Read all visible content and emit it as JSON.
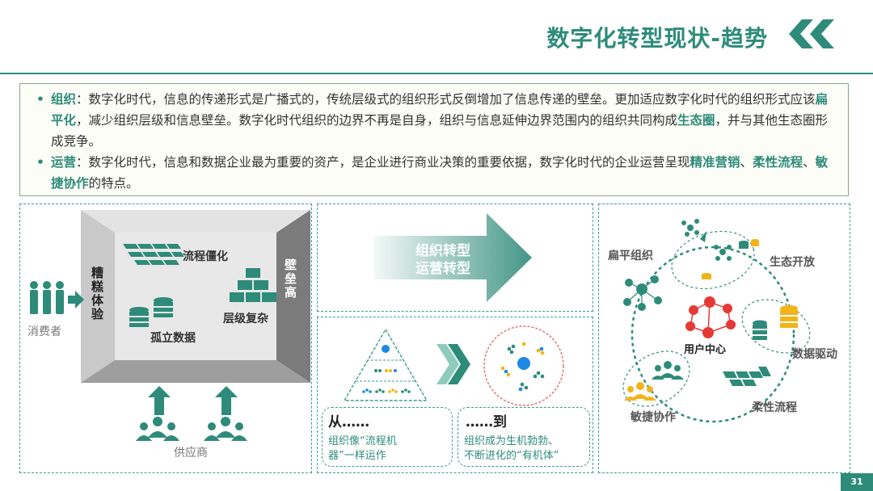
{
  "header": {
    "title": "数字化转型现状-趋势"
  },
  "intro": {
    "p1_label": "组织",
    "p1_a": "：数字化时代，信息的传递形式是广播式的，传统层级式的组织形式反倒增加了信息传递的壁垒。更加适应数字化时代的组织形式应该",
    "p1_k1": "扁平化",
    "p1_b": "，减少组织层级和信息壁垒。数字化时代组织的边界不再是自身，组织与信息延伸边界范围内的组织共同构成",
    "p1_k2": "生态圈",
    "p1_c": "，并与其他生态圈形成竞争。",
    "p2_label": "运营",
    "p2_a": "：数字化时代，信息和数据企业最为重要的资产，是企业进行商业决策的重要依据，数字化时代的企业运营呈现",
    "p2_k1": "精准营销",
    "p2_sep1": "、",
    "p2_k2": "柔性流程",
    "p2_sep2": "、",
    "p2_k3": "敏捷协作",
    "p2_c": "的特点。"
  },
  "left_panel": {
    "consumer": "消费者",
    "supplier": "供应商",
    "left_wall": "糟糕体验",
    "right_wall": "壁垒高",
    "process": "流程僵化",
    "silo": "孤立数据",
    "hierarchy": "层级复杂"
  },
  "middle_panel": {
    "arrow_line1": "组织转型",
    "arrow_line2": "运营转型",
    "from_title": "从……",
    "from_text1": "组织像“流程机",
    "from_text2": "器”一样运作",
    "to_title": "……到",
    "to_text1": "组织成为生机勃勃、",
    "to_text2": "不断进化的“有机体”"
  },
  "right_panel": {
    "flat": "扁平组织",
    "eco": "生态开放",
    "center": "用户中心",
    "data": "数据驱动",
    "flexible": "柔性流程",
    "agile": "敏捷协作"
  },
  "footer": {
    "page": "31"
  },
  "colors": {
    "accent": "#2e8b7a",
    "red": "#e53935",
    "yellow": "#f2b418",
    "blue": "#1e88e5",
    "gray": "#8d8d8d"
  }
}
